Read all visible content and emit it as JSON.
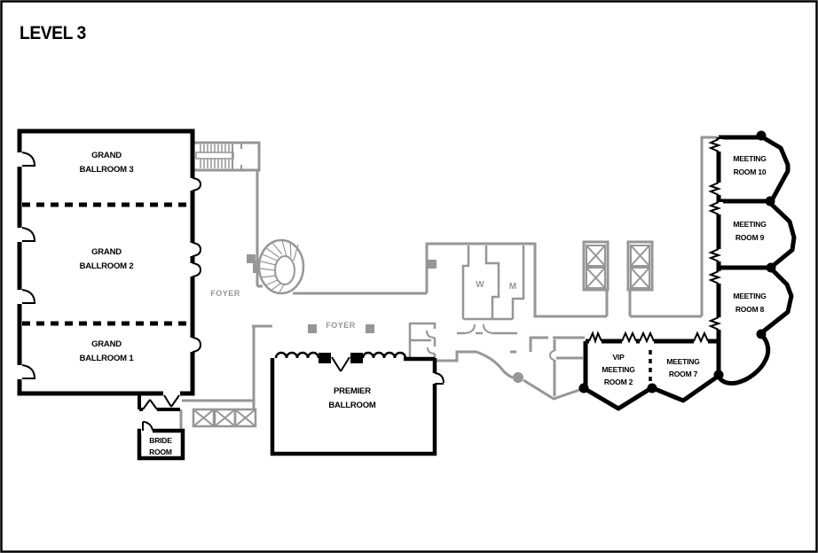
{
  "title": "LEVEL 3",
  "colors": {
    "wall": "#000000",
    "secondary_wall": "#969696",
    "background": "#ffffff"
  },
  "rooms": {
    "grand_ballroom_3": [
      "GRAND",
      "BALLROOM 3"
    ],
    "grand_ballroom_2": [
      "GRAND",
      "BALLROOM 2"
    ],
    "grand_ballroom_1": [
      "GRAND",
      "BALLROOM 1"
    ],
    "premier_ballroom": [
      "PREMIER",
      "BALLROOM"
    ],
    "bride_room": [
      "BRIDE",
      "ROOM"
    ],
    "vip_meeting_room_2": [
      "VIP",
      "MEETING",
      "ROOM 2"
    ],
    "meeting_room_7": [
      "MEETING",
      "ROOM 7"
    ],
    "meeting_room_8": [
      "MEETING",
      "ROOM 8"
    ],
    "meeting_room_9": [
      "MEETING",
      "ROOM 9"
    ],
    "meeting_room_10": [
      "MEETING",
      "ROOM 10"
    ]
  },
  "labels": {
    "foyer_west": "FOYER",
    "foyer_central": "FOYER",
    "restroom_women": "W",
    "restroom_men": "M"
  }
}
